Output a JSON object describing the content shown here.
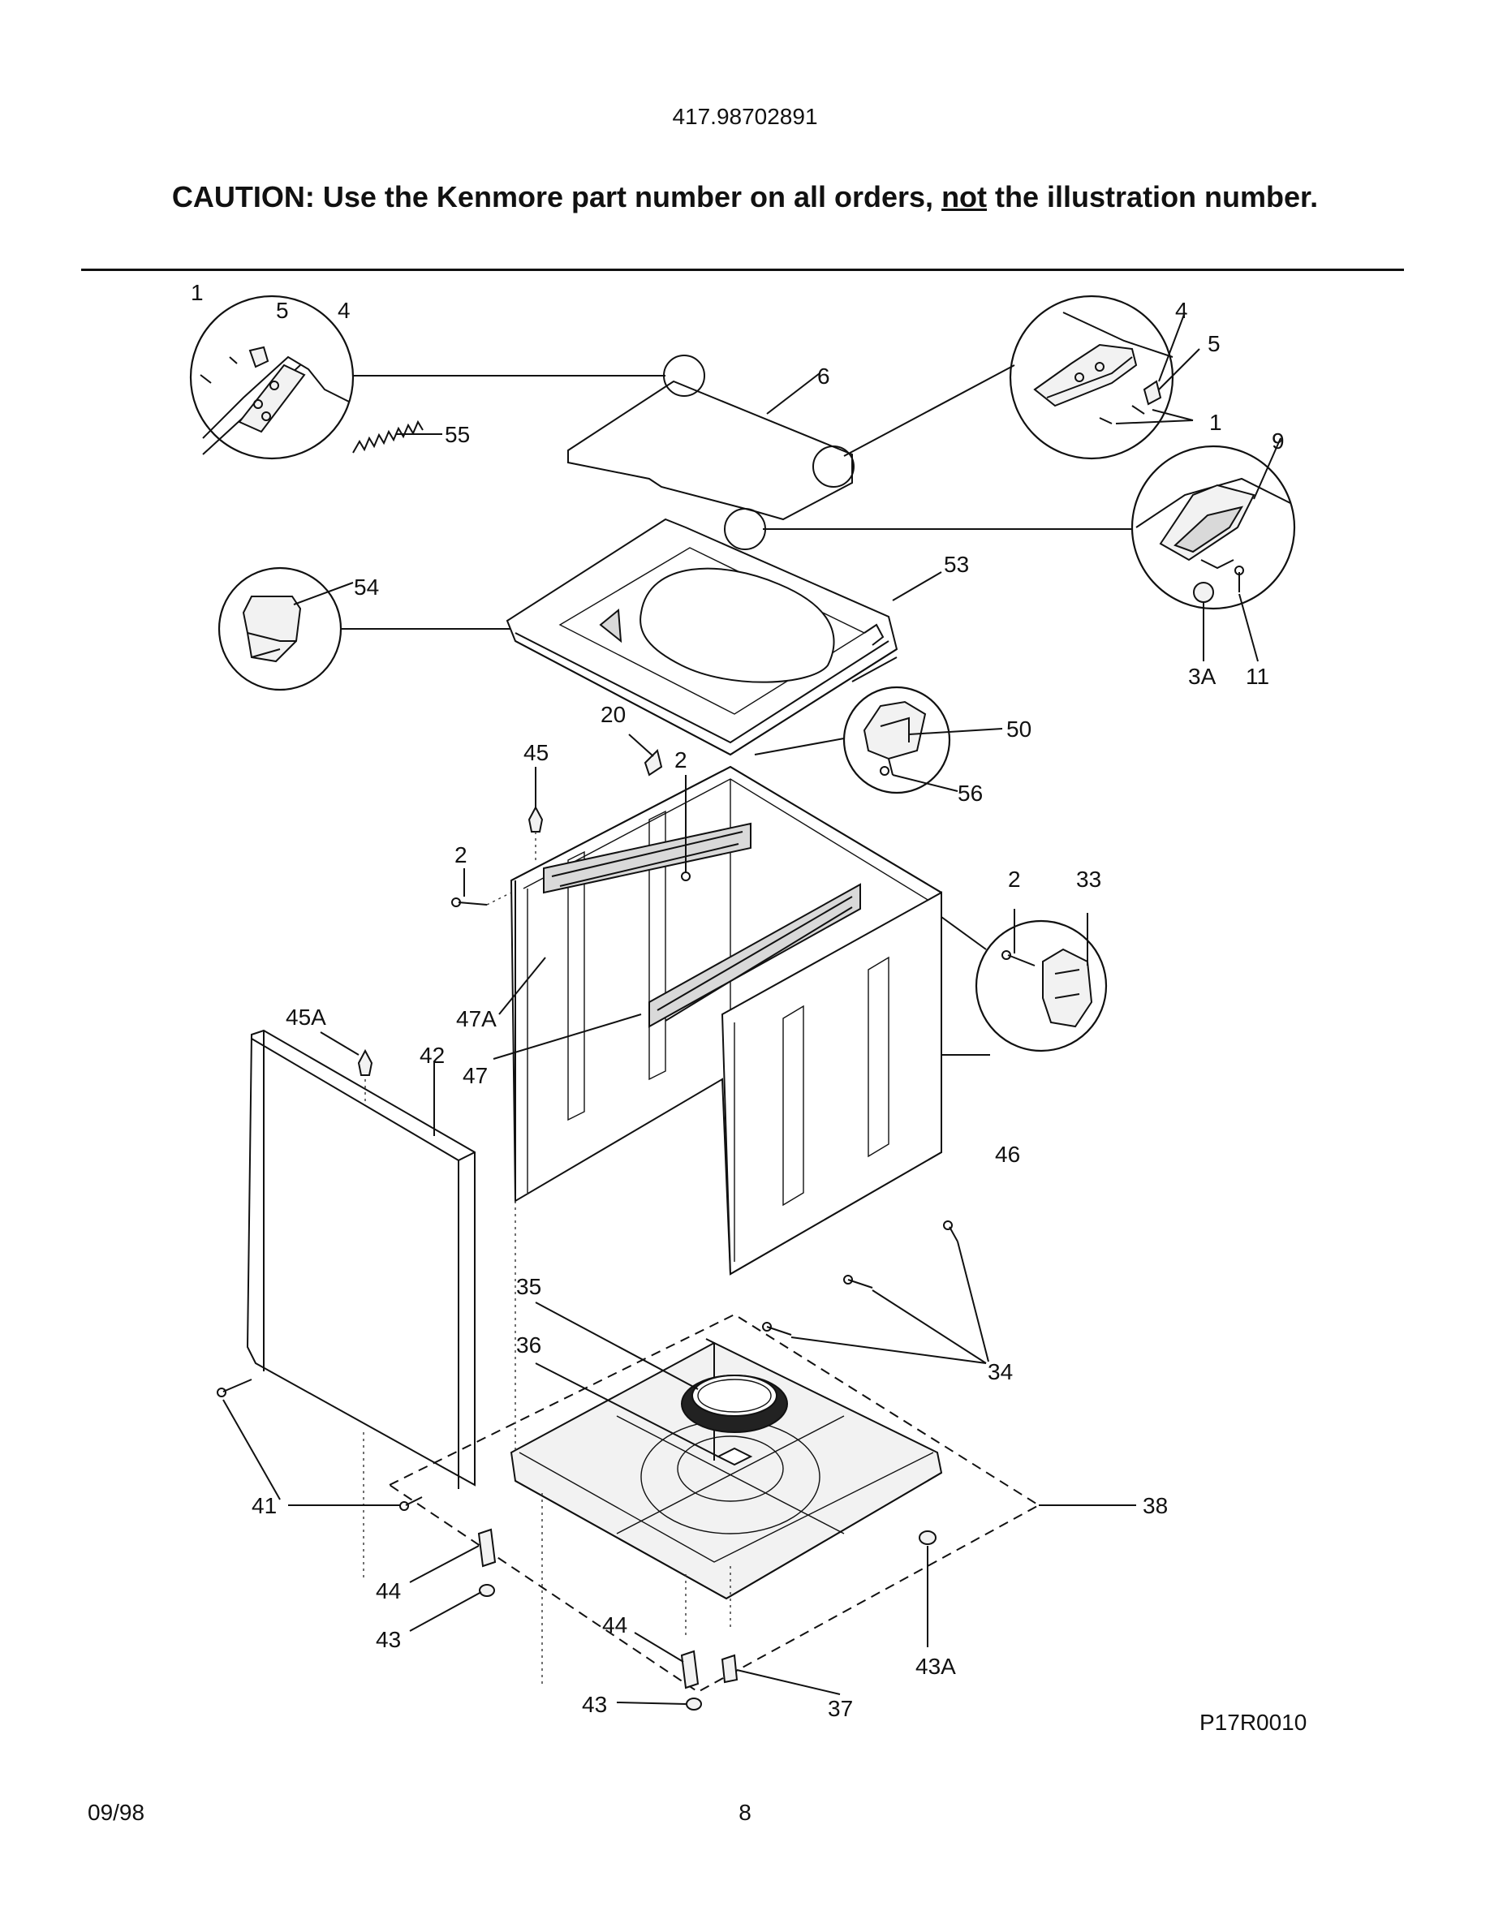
{
  "header": {
    "model_number": "417.98702891",
    "caution_prefix": "CAUTION: Use the Kenmore part number on all orders, ",
    "caution_emphasis": "not",
    "caution_suffix": " the illustration number."
  },
  "diagram": {
    "code": "P17R0010",
    "callouts": {
      "c1a": "1",
      "c5a": "5",
      "c4a": "4",
      "c55": "55",
      "c6": "6",
      "c4b": "4",
      "c5b": "5",
      "c1b": "1",
      "c9": "9",
      "c54": "54",
      "c53": "53",
      "c3a": "3A",
      "c11": "11",
      "c20": "20",
      "c45": "45",
      "c2a": "2",
      "c50": "50",
      "c56": "56",
      "c2b": "2",
      "c2c": "2",
      "c33": "33",
      "c45a": "45A",
      "c47a": "47A",
      "c42": "42",
      "c47": "47",
      "c46": "46",
      "c35": "35",
      "c36": "36",
      "c34": "34",
      "c41": "41",
      "c38": "38",
      "c44a": "44",
      "c43a": "43",
      "c44b": "44",
      "c43b": "43",
      "c37": "37",
      "c43aa": "43A"
    }
  },
  "footer": {
    "date": "09/98",
    "page": "8"
  }
}
